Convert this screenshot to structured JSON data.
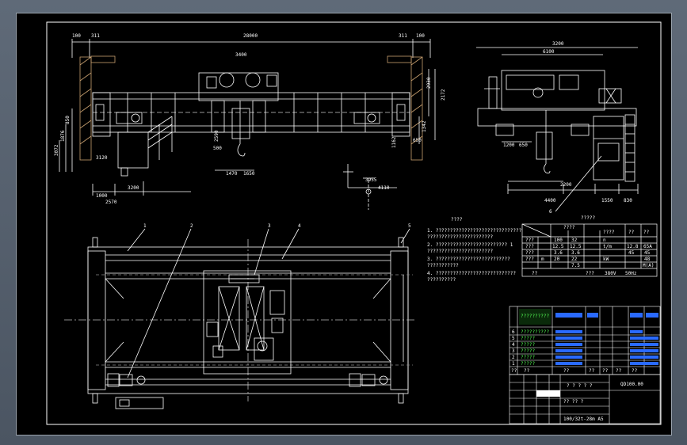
{
  "dimensions": {
    "top_left": "100",
    "top_left2": "311",
    "span": "28000",
    "top_right": "311",
    "top_right2": "100",
    "trolley_width": "3400",
    "side_h1": "2930",
    "side_h2": "2172",
    "left_v1": "850",
    "left_v2": "1876",
    "left_v3": "3072",
    "left_small": "3120",
    "bottom_left1": "1000",
    "bottom_left2": "3200",
    "bottom_left3": "2570",
    "hook_a": "1470",
    "hook_b": "1650",
    "hook_c": "500",
    "hook_d": "2590",
    "right_v1": "1342",
    "right_v2": "1162",
    "right_v3": "650",
    "hook_right": "3955",
    "hook_right2": "4110",
    "side_top1": "3200",
    "side_top2": "6100",
    "side_l1": "1200",
    "side_l2": "650",
    "side_b1": "2200",
    "side_b2": "4400",
    "side_b3": "1550",
    "side_b4": "830"
  },
  "balloons": [
    "1",
    "2",
    "3",
    "4",
    "5",
    "6"
  ],
  "notes": {
    "title": "????",
    "lines": [
      "1.  ??????????????????????????????",
      "    ???????????????????????",
      "2.  ?????????????????????????  1  ",
      "    ???????????????????????",
      "3.  ??????????????????????????",
      "    ???????????",
      "4.  ????????????????????????????",
      "    ??????????"
    ]
  },
  "spec_table": {
    "title": "?????",
    "cells": [
      [
        "",
        "",
        "????",
        "",
        "",
        "????",
        "??",
        "??"
      ],
      [
        "???",
        "",
        "100",
        "32",
        "",
        "n",
        "",
        ""
      ],
      [
        "???",
        "",
        "12.5",
        "12.5",
        "",
        "t/m",
        "12.8",
        "65A"
      ],
      [
        "???",
        "",
        "3.6",
        "3.6",
        "",
        "",
        "45",
        "45"
      ],
      [
        "???",
        "m",
        "20",
        "22",
        "",
        "kW",
        "",
        "48"
      ],
      [
        "",
        "",
        "",
        "7.5",
        "",
        "",
        "",
        "M(A)"
      ],
      [
        "??",
        "",
        "",
        "???",
        "380V",
        "50Hz",
        "",
        ""
      ]
    ]
  },
  "parts_rows": [
    [
      "",
      "??????????",
      "",
      "",
      "",
      "",
      ""
    ],
    [
      "6",
      "??????????",
      "",
      "",
      "",
      "",
      ""
    ],
    [
      "5",
      "?????",
      "",
      "",
      "",
      "",
      ""
    ],
    [
      "4",
      "?????",
      "",
      "",
      "",
      "",
      ""
    ],
    [
      "3",
      "?????",
      "",
      "",
      "",
      "",
      ""
    ],
    [
      "2",
      "?????",
      "",
      "",
      "",
      "",
      ""
    ],
    [
      "1",
      "?????",
      "",
      "",
      "",
      "",
      ""
    ],
    [
      "??",
      "??",
      "??",
      "??",
      "??",
      "??",
      "??"
    ]
  ],
  "title_block": {
    "drawing_no": "QD100.00",
    "title": "100/32t-28m  A5",
    "mid_text": "? ? ? ? ?",
    "sub": "?? ??  ?"
  }
}
